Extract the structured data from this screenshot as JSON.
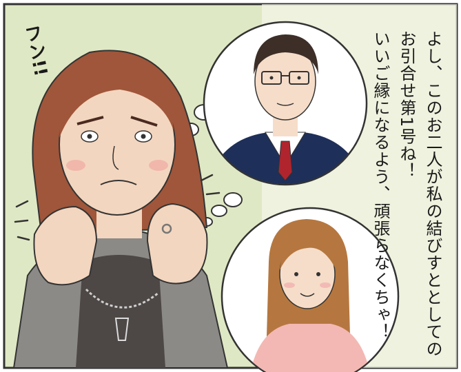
{
  "narration": {
    "line1": "よし、このお二人が私の結びすととしての",
    "line2": "お引合せ第1号ね！",
    "line3": "いいご縁になるよう、頑張らなくちゃ！"
  },
  "sfx": "フン!!",
  "colors": {
    "background_green": "#dfe8c4",
    "hair_woman": "#a0563a",
    "hair_girl": "#b5773f",
    "skin": "#f6ddc9",
    "suit_navy": "#1e2f59",
    "tie_red": "#b0242d",
    "pink_top": "#f3b8b3"
  }
}
